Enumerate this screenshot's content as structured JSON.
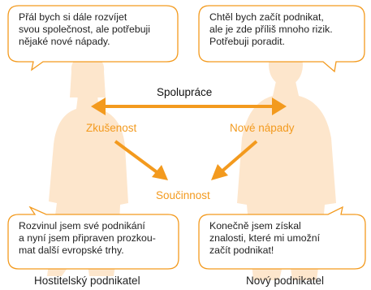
{
  "colors": {
    "orange": "#f39a1e",
    "silhouette": "#fde6cc",
    "bubble_border": "#f39a1e"
  },
  "bubbles": {
    "top_left": [
      "Přál bych si dále rozvíjet",
      "svou společnost, ale potřebuji",
      "nějaké nové nápady."
    ],
    "top_right": [
      "Chtěl bych začít podnikat,",
      "ale je zde příliš mnoho rizik.",
      "Potřebuji poradit."
    ],
    "bottom_left": [
      "Rozvinul jsem své podnikání",
      "a nyní jsem připraven prozkou-",
      "mat další evropské trhy."
    ],
    "bottom_right": [
      "Konečně jsem získal",
      "znalosti, které mi umožní",
      "začít podnikat!"
    ]
  },
  "labels": {
    "cooperation": "Spolupráce",
    "experience": "Zkušenost",
    "new_ideas": "Nové nápady",
    "synergy": "Součinnost"
  },
  "captions": {
    "left": "Hostitelský podnikatel",
    "right": "Nový podnikatel"
  }
}
